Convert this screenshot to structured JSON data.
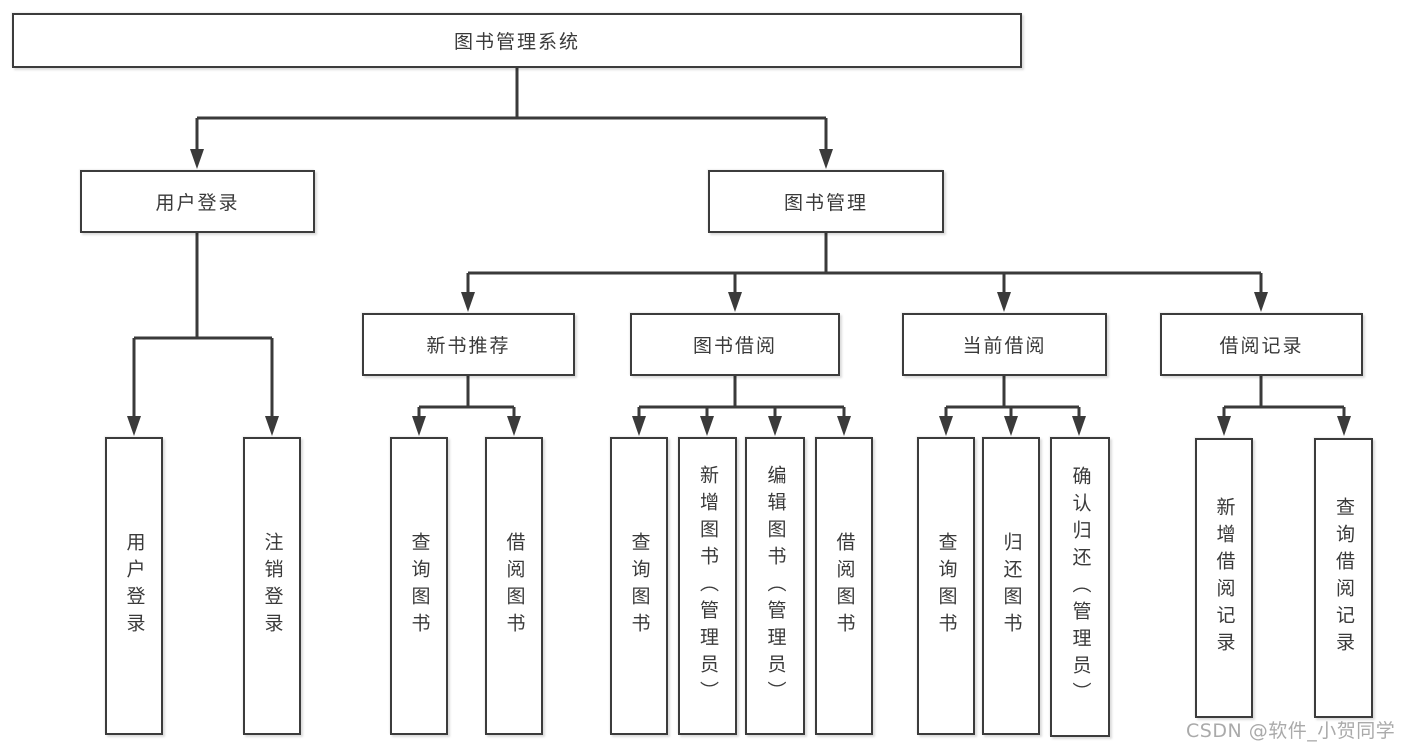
{
  "diagram": {
    "root_label": "图书管理系统",
    "user_login": {
      "label": "用户登录",
      "children": [
        {
          "label": "用户登录"
        },
        {
          "label": "注销登录"
        }
      ]
    },
    "book_management": {
      "label": "图书管理",
      "sections": [
        {
          "label": "新书推荐",
          "children": [
            {
              "label": "查询图书"
            },
            {
              "label": "借阅图书"
            }
          ]
        },
        {
          "label": "图书借阅",
          "children": [
            {
              "label": "查询图书"
            },
            {
              "label": "新增图书（管理员）"
            },
            {
              "label": "编辑图书（管理员）"
            },
            {
              "label": "借阅图书"
            }
          ]
        },
        {
          "label": "当前借阅",
          "children": [
            {
              "label": "查询图书"
            },
            {
              "label": "归还图书"
            },
            {
              "label": "确认归还（管理员）"
            }
          ]
        },
        {
          "label": "借阅记录",
          "children": [
            {
              "label": "新增借阅记录"
            },
            {
              "label": "查询借阅记录"
            }
          ]
        }
      ]
    }
  },
  "watermark": "CSDN @软件_小贺同学",
  "colors": {
    "line": "#3a3a3a",
    "text": "#3a3a3a",
    "background": "#ffffff",
    "watermark": "#9e9e9e"
  }
}
